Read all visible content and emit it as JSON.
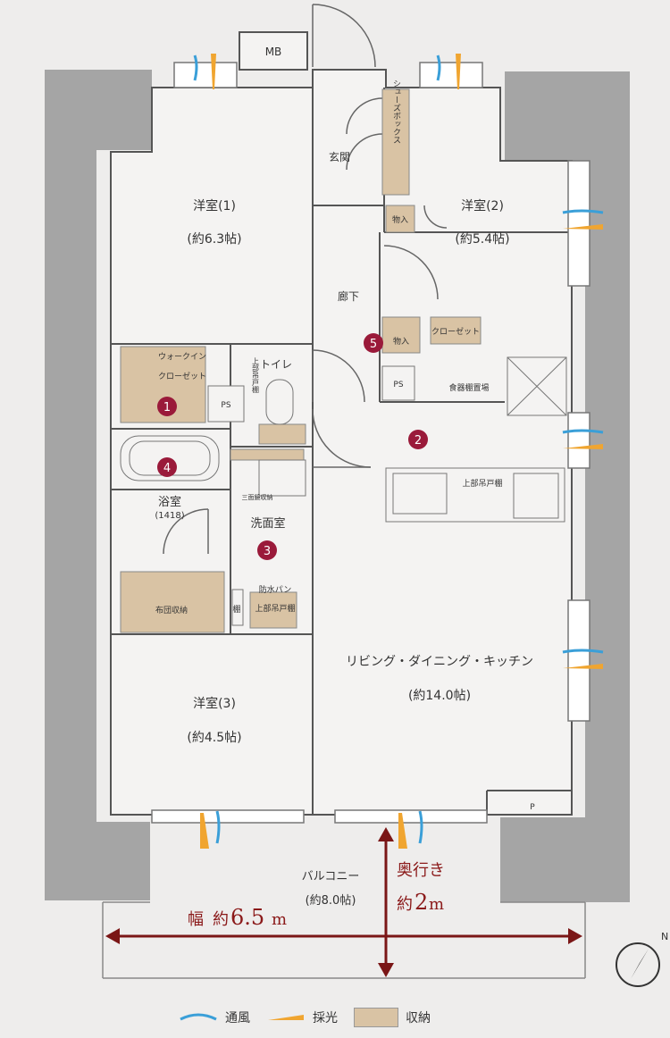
{
  "rooms": {
    "western1": {
      "name": "洋室(1)",
      "size": "(約6.3帖)"
    },
    "western2": {
      "name": "洋室(2)",
      "size": "(約5.4帖)"
    },
    "western3": {
      "name": "洋室(3)",
      "size": "(約4.5帖)"
    },
    "ldk": {
      "name": "リビング・ダイニング・キッチン",
      "size": "(約14.0帖)"
    },
    "entrance": "玄関",
    "hallway": "廊下",
    "toilet": "トイレ",
    "bath": {
      "name": "浴室",
      "size": "(1418)"
    },
    "washroom": "洗面室",
    "balcony": {
      "name": "バルコニー",
      "size": "(約8.0帖)"
    }
  },
  "fixtures": {
    "mb": "MB",
    "shoebox": "シューズボックス",
    "storage": "物入",
    "closet": "クローゼット",
    "walkin_line1": "ウォークイン",
    "walkin_line2": "クローゼット",
    "ps": "PS",
    "dish_shelf": "食器棚置場",
    "upper_cabinet": "上部吊戸棚",
    "toilet_upper": "上部吊戸棚",
    "mirror_storage": "三面鏡収納",
    "waterproof_pan": "防水パン",
    "futon_storage": "布団収納",
    "shelf": "棚",
    "p": "P"
  },
  "markers": [
    "1",
    "2",
    "3",
    "4",
    "5"
  ],
  "dimensions": {
    "width_prefix": "幅",
    "width_approx": "約",
    "width_value": "6.5",
    "width_unit": "m",
    "depth_label": "奥行き",
    "depth_approx": "約",
    "depth_value": "2",
    "depth_unit": "m"
  },
  "compass": "N",
  "legend": {
    "ventilation": "通風",
    "daylight": "採光",
    "storage": "収納"
  },
  "colors": {
    "wall": "#a5a5a5",
    "storage": "#d9c3a4",
    "marker": "#9a1a3a",
    "dimension": "#7a1616",
    "wind": "#3a9fd8",
    "light": "#f0a530"
  }
}
